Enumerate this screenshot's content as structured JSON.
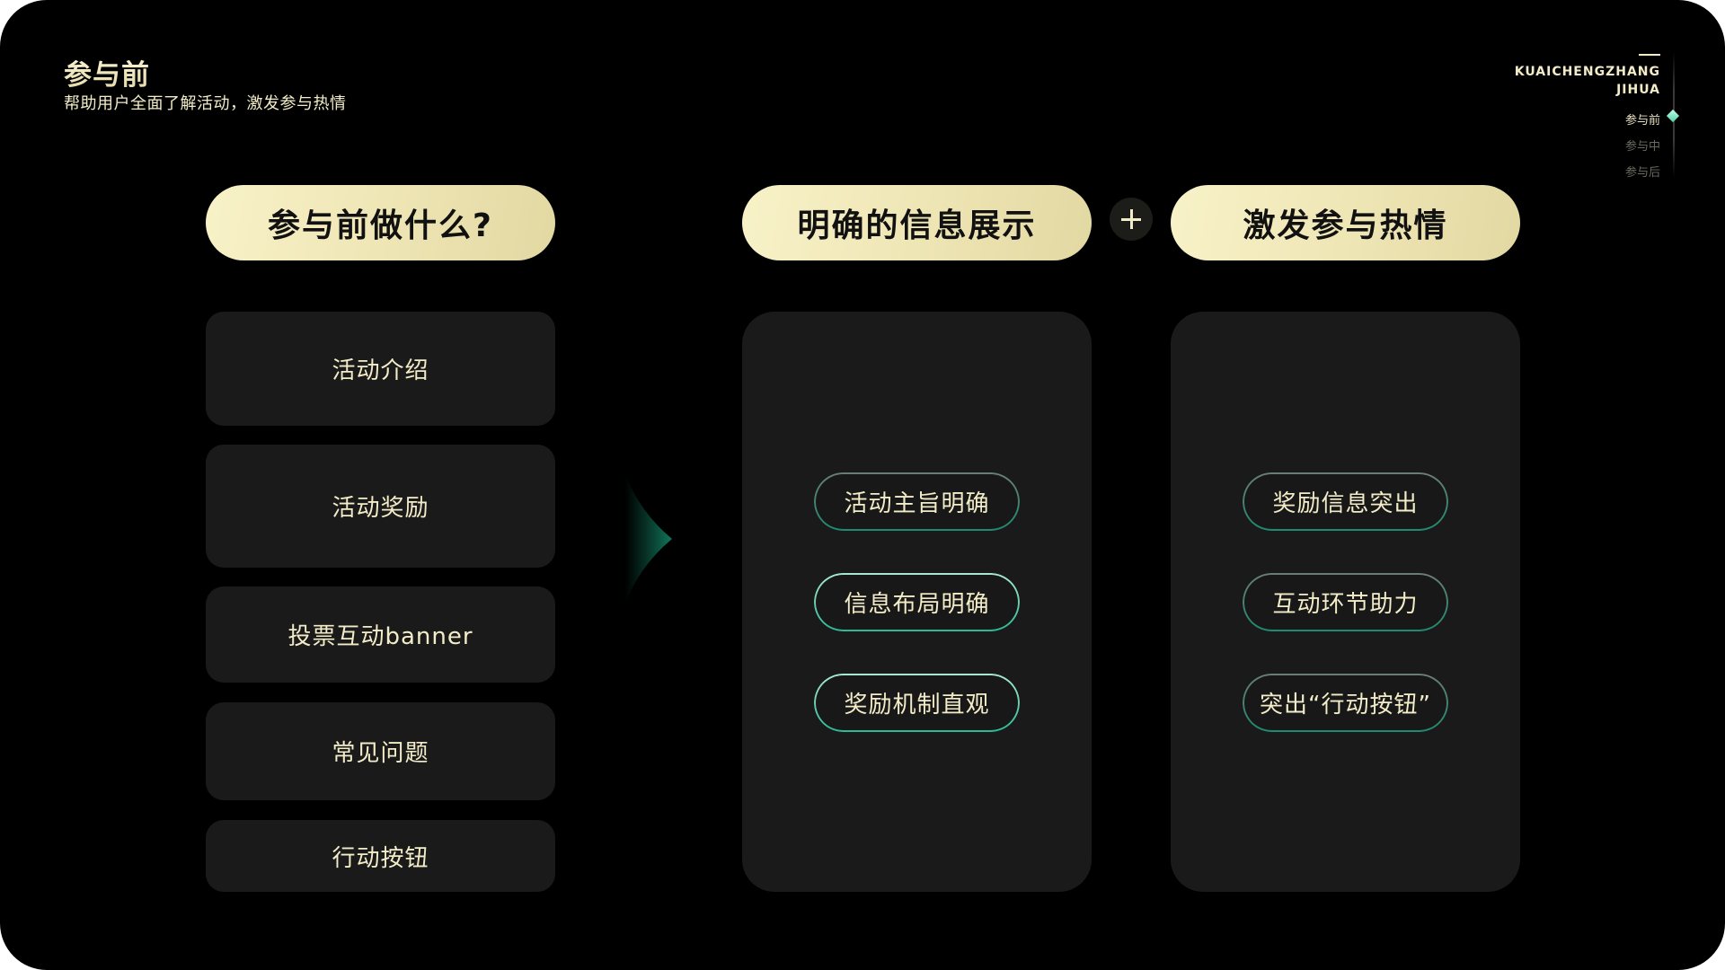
{
  "header": {
    "title": "参与前",
    "subtitle": "帮助用户全面了解活动，激发参与热情"
  },
  "brand": {
    "line1": "KUAICHENGZHANG",
    "line2": "JIHUA"
  },
  "nav": {
    "items": [
      {
        "label": "参与前",
        "active": true
      },
      {
        "label": "参与中",
        "active": false
      },
      {
        "label": "参与后",
        "active": false
      }
    ]
  },
  "columns": {
    "left": {
      "heading": "参与前做什么?",
      "cards": [
        {
          "label": "活动介绍"
        },
        {
          "label": "活动奖励"
        },
        {
          "label": "投票互动banner"
        },
        {
          "label": "常见问题"
        },
        {
          "label": "行动按钮"
        }
      ]
    },
    "middle": {
      "heading": "明确的信息展示",
      "items": [
        {
          "label": "活动主旨明确"
        },
        {
          "label": "信息布局明确"
        },
        {
          "label": "奖励机制直观"
        }
      ]
    },
    "right": {
      "heading": "激发参与热情",
      "items": [
        {
          "label": "奖励信息突出"
        },
        {
          "label": "互动环节助力"
        },
        {
          "label": "突出“行动按钮”"
        }
      ]
    }
  },
  "icons": {
    "plus": "plus-icon",
    "arrow": "arrow-right-icon",
    "nav_marker": "diamond-icon"
  },
  "colors": {
    "background": "#000000",
    "panel": "#1a1a1a",
    "accent_gold": "#f3ecc8",
    "accent_teal": "#2bb892"
  }
}
